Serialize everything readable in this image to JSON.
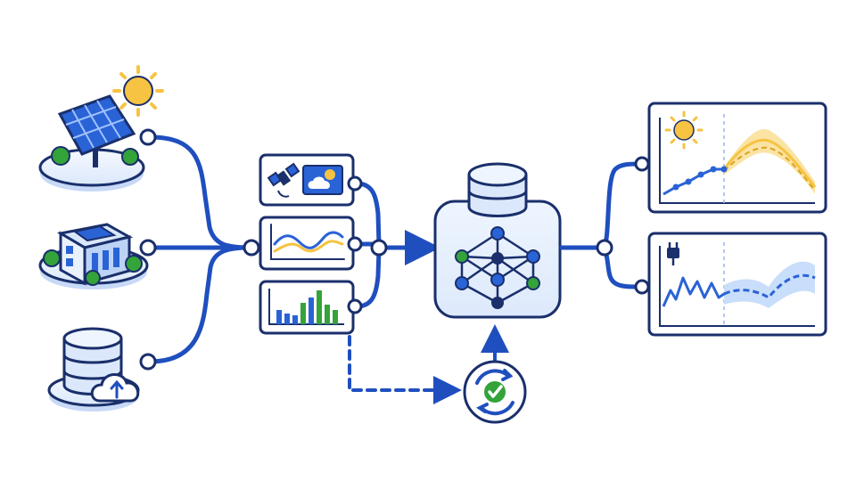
{
  "diagram": {
    "sources": [
      {
        "id": "solar-panel-site",
        "icon": "solar-panel-icon"
      },
      {
        "id": "building-with-rooftop-solar",
        "icon": "building-icon"
      },
      {
        "id": "cloud-database",
        "icon": "database-cloud-upload-icon"
      }
    ],
    "inputs": [
      {
        "id": "satellite-weather-card",
        "icons": [
          "satellite-icon",
          "weather-icon"
        ]
      },
      {
        "id": "time-series-card",
        "icon": "line-chart-icon"
      },
      {
        "id": "bar-chart-card",
        "icon": "bar-chart-icon"
      }
    ],
    "model": {
      "id": "neural-network-model",
      "icons": [
        "database-icon",
        "network-icon"
      ]
    },
    "validation": {
      "id": "validation-cycle",
      "icon": "check-cycle-icon"
    },
    "outputs": [
      {
        "id": "solar-forecast-chart",
        "icon": "sun-icon",
        "band_color": "#f6c342"
      },
      {
        "id": "demand-forecast-chart",
        "icon": "plug-icon",
        "band_color": "#9cc2f2"
      }
    ],
    "colors": {
      "primary": "#1f4fbf",
      "accent_yellow": "#f6c342",
      "accent_green": "#33a33a",
      "light_blue": "#e8f1fd",
      "outline": "#1a2f6b"
    }
  }
}
